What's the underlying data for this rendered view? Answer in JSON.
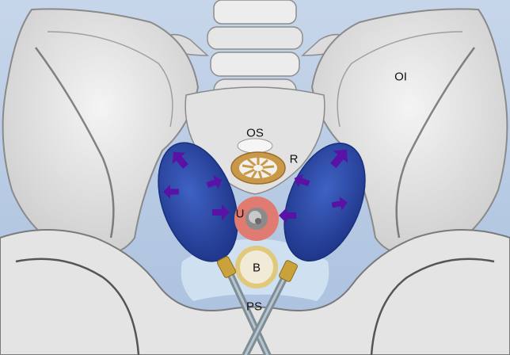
{
  "labels": {
    "ol": "OI",
    "os": "OS",
    "r": "R",
    "u": "U",
    "b": "B",
    "ps": "PS"
  },
  "colors": {
    "background": "#b9cde6",
    "bone": "#e9e9e9",
    "balloon": "#2b49a6",
    "arrow": "#5a12a6",
    "rectum": "#c99848",
    "urethra": "#e07b72",
    "bladder": "#e8d48c",
    "catheter": "#8a9aa4"
  },
  "icons": [
    "pelvis-bone-illustration",
    "purple-arrow-icon"
  ]
}
